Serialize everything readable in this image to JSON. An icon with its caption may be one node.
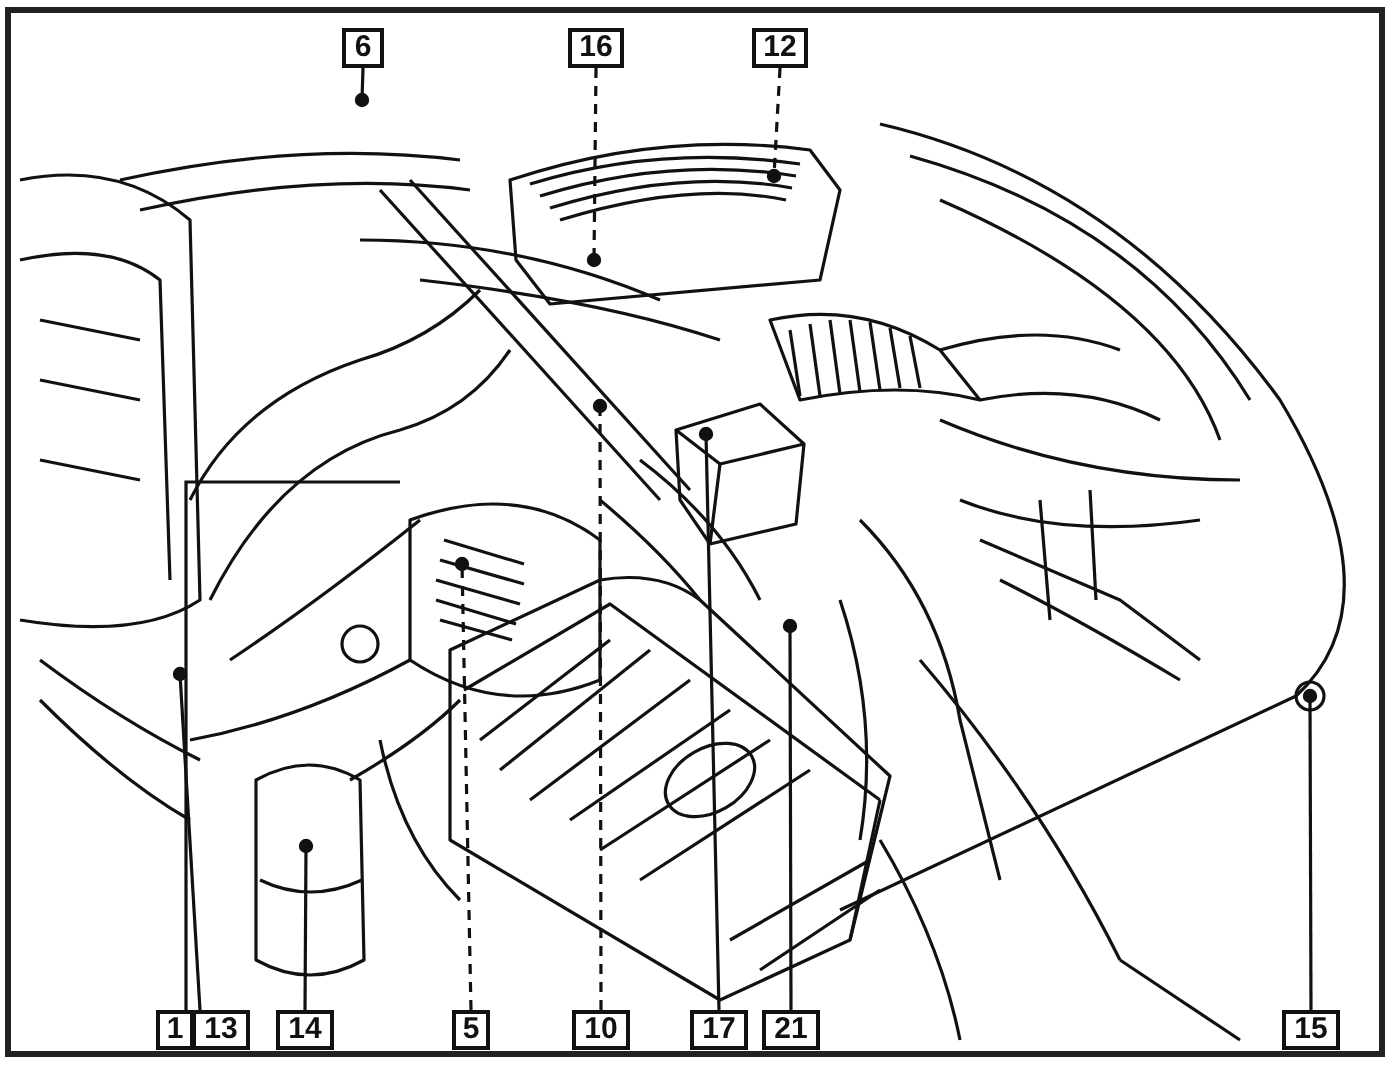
{
  "diagram": {
    "nodes": [
      {
        "text": [
          "6"
        ]
      },
      {
        "text": [
          "16"
        ]
      },
      {
        "text": [
          "12"
        ]
      },
      {
        "text": [
          "1"
        ]
      },
      {
        "text": [
          "13"
        ]
      },
      {
        "text": [
          "14"
        ]
      },
      {
        "text": [
          "5"
        ]
      },
      {
        "text": [
          "10"
        ]
      },
      {
        "text": [
          "17"
        ]
      },
      {
        "text": [
          "21"
        ]
      },
      {
        "text": [
          "15"
        ]
      }
    ],
    "edges": [
      {
        "from": 0,
        "to": null,
        "arrow": "other"
      },
      {
        "from": 1,
        "to": null,
        "arrow": "other",
        "style": "dashed"
      },
      {
        "from": 2,
        "to": null,
        "arrow": "other",
        "style": "dashed"
      },
      {
        "from": 3,
        "to": null,
        "arrow": "none"
      },
      {
        "from": 4,
        "to": null,
        "arrow": "other"
      },
      {
        "from": 5,
        "to": null,
        "arrow": "other"
      },
      {
        "from": 6,
        "to": null,
        "arrow": "other",
        "style": "dashed"
      },
      {
        "from": 7,
        "to": null,
        "arrow": "other",
        "style": "dashed"
      },
      {
        "from": 8,
        "to": null,
        "arrow": "other"
      },
      {
        "from": 9,
        "to": null,
        "arrow": "other"
      },
      {
        "from": 10,
        "to": null,
        "arrow": "other"
      }
    ]
  }
}
